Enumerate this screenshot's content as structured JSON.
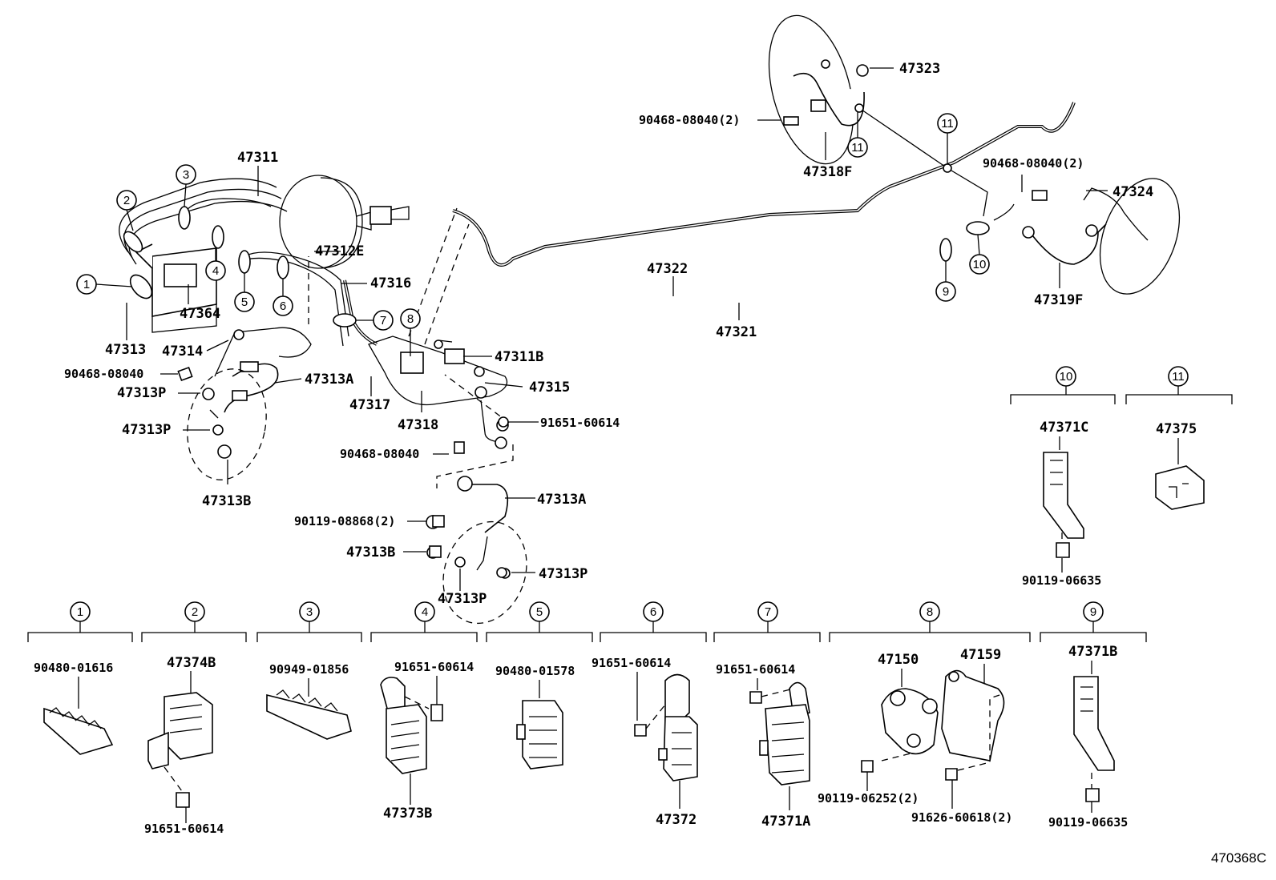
{
  "diagram_code": "470368C",
  "parts": {
    "p47311": "47311",
    "p47312E": "47312E",
    "p47316": "47316",
    "p47364": "47364",
    "p47313": "47313",
    "p47314": "47314",
    "p90468_a": "90468-08040",
    "p47313P_a": "47313P",
    "p47313A_a": "47313A",
    "p47313P_b": "47313P",
    "p47313B_a": "47313B",
    "p47317": "47317",
    "p47318": "47318",
    "p47311B": "47311B",
    "p47315": "47315",
    "p91651_a": "91651-60614",
    "p90468_b": "90468-08040",
    "p47313A_b": "47313A",
    "p90119_08868": "90119-08868(2)",
    "p47313B_b": "47313B",
    "p47313P_c": "47313P",
    "p47313P_d": "47313P",
    "p47322": "47322",
    "p47321": "47321",
    "p47323": "47323",
    "p90468_c": "90468-08040(2)",
    "p47318F": "47318F",
    "p90468_d": "90468-08040(2)",
    "p47324": "47324",
    "p47319F": "47319F",
    "p47371C": "47371C",
    "p47375": "47375",
    "p90119_06635_a": "90119-06635",
    "p90480_01616": "90480-01616",
    "p47374B": "47374B",
    "p91651_b": "91651-60614",
    "p90949_01856": "90949-01856",
    "p91651_c": "91651-60614",
    "p47373B": "47373B",
    "p90480_01578": "90480-01578",
    "p91651_d": "91651-60614",
    "p47372": "47372",
    "p91651_e": "91651-60614",
    "p47371A": "47371A",
    "p47150": "47150",
    "p47159": "47159",
    "p90119_06252": "90119-06252(2)",
    "p91626_60618": "91626-60618(2)",
    "p47371B": "47371B",
    "p90119_06635_b": "90119-06635"
  },
  "callouts": {
    "c1": "1",
    "c2": "2",
    "c3": "3",
    "c4": "4",
    "c5": "5",
    "c6": "6",
    "c7": "7",
    "c8": "8",
    "c9": "9",
    "c10": "10",
    "c11": "11"
  }
}
